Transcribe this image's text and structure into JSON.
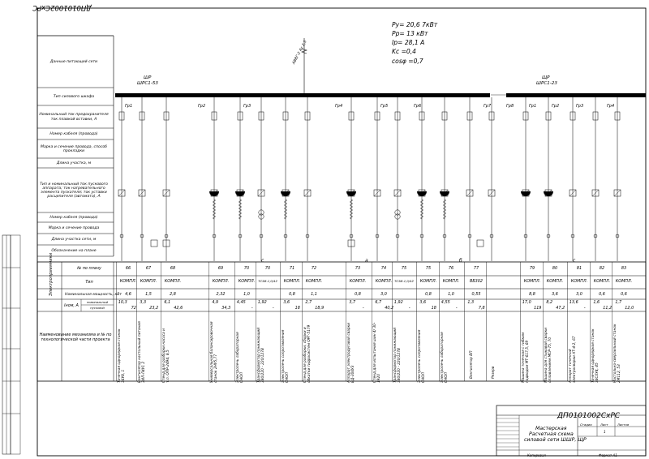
{
  "frame_code": "ДП0101002СхPС",
  "params": {
    "pu": "Pу= 20,6 7кВт",
    "pp": "Pр= 13 кВт",
    "ip": "Iр= 28,1 А",
    "kc": "Kс =0,4",
    "cos": "cosφ =0,7"
  },
  "feeder": "АВВГ-2 4х 2,5",
  "panels": {
    "left_name": "ШР",
    "left_type": "ШРС1-53",
    "right_name": "ЩР",
    "right_type": "ШРС1-23"
  },
  "row_labels": [
    "Данные питающей сети",
    "Тип силового шкафа",
    "Номинальный ток предохранителя ток плавкой вставки, А",
    "Номер кабеля (провода)",
    "Марка и сечение провода, способ прокладки",
    "Длина участка, м",
    "Тип и номинальный ток пускового аппарата; ток нагревательного элемента пускателя; ток уставки расцепителя (автомата), А",
    "Номер кабеля (провода)",
    "Марка и сечение провода",
    "Длина участка сети, м",
    "Обозначение на плане"
  ],
  "table_labels": {
    "section": "Электроприемники",
    "num": "№ по плану",
    "type": "Тип",
    "power": "Номинальная мощность, кВт",
    "current": "Iном, А",
    "current_sub1": "номинальный",
    "current_sub2": "пусковой",
    "names": "Наименование механизма и № по технологической части проекта"
  },
  "groups": [
    "Гр1",
    "Гр2",
    "Гр3",
    "Гр4",
    "Гр5",
    "Гр6",
    "Гр7",
    "Гр8",
    "Гр1",
    "Гр2",
    "Гр3",
    "Гр4"
  ],
  "marks": [
    "с",
    "а",
    "б",
    "с"
  ],
  "columns": [
    {
      "num": "66",
      "type": "КОМПЛ.",
      "power": "4,6",
      "inom": "10,3",
      "ipusk": "72",
      "name": "Точечная однорядная станок 36У8, 1"
    },
    {
      "num": "67",
      "type": "КОМПЛ.",
      "power": "1,5",
      "inom": "3,3",
      "ipusk": "23,2",
      "name": "Вентилятор настольный питания ЗИЛ-Л4У1 2"
    },
    {
      "num": "68",
      "type": "КОМПЛ.",
      "power": "2,8",
      "inom": "6,1",
      "ipusk": "42,6",
      "name": "Стенд для разборки насоса и т.п. ОПР-2494, 8,5"
    },
    {
      "num": "69",
      "type": "КОМПЛ.",
      "power": "2,32",
      "inom": "4,9",
      "ipusk": "34,3",
      "name": "Универсальная балансировочная станок 2НУ5,77"
    },
    {
      "num": "70",
      "type": "КОМПЛ.",
      "power": "1,0",
      "inom": "4,45",
      "ipusk": "-",
      "name": "Электропечь лабораторная СНОЛ"
    },
    {
      "num": "70",
      "type": "ТСЗИ-1,0/42",
      "power": "",
      "inom": "1,92",
      "ipusk": "-",
      "name": "Трансформатор понижающий 380/220 - 220/127В"
    },
    {
      "num": "71",
      "type": "КОМПЛ.",
      "power": "0,8",
      "inom": "3,6",
      "ipusk": "18",
      "name": "Электропечь сопротивления СНОЛ"
    },
    {
      "num": "72",
      "type": "КОМПЛ.",
      "power": "1,1",
      "inom": "2,7",
      "ipusk": "18,9",
      "name": "Стенд для разборки, сборки и обкатки гидросистем ОРГ-5179"
    },
    {
      "num": "73",
      "type": "КОМПЛ.",
      "power": "0,8",
      "inom": "3,7",
      "ipusk": "-",
      "name": "Аппарат электродуговой сварки ВД-306УЗ"
    },
    {
      "num": "74",
      "type": "КОМПЛ.",
      "power": "3,0",
      "inom": "6,7",
      "ipusk": "40,2",
      "name": "Стенд для испытания шин 4/ 30-1920"
    },
    {
      "num": "75",
      "type": "ТСЗИ-1,0/42",
      "power": "",
      "inom": "1,92",
      "ipusk": "-",
      "name": "Трансформатор понижающий 380/220 - 220/127В"
    },
    {
      "num": "75",
      "type": "КОМПЛ.",
      "power": "0,8",
      "inom": "3,6",
      "ipusk": "18",
      "name": "Электропечь сопротивления СНОЛ"
    },
    {
      "num": "76",
      "type": "КОМПЛ.",
      "power": "1,0",
      "inom": "4,55",
      "ipusk": "-",
      "name": "Электропечь лабораторная СНОЛ"
    },
    {
      "num": "77",
      "type": "BБ302",
      "power": "0,55",
      "inom": "1,3",
      "ipusk": "7,8",
      "name": "Вентилятор ВП"
    },
    {
      "num": "",
      "type": "",
      "power": "",
      "inom": "",
      "ipusk": "",
      "name": "Резерв"
    },
    {
      "num": "79",
      "type": "КОМПЛ.",
      "power": "8,8",
      "inom": "17,0",
      "ipusk": "119",
      "name": "Машина точечная с гибким подводом  МТ-617,5, 69"
    },
    {
      "num": "80",
      "type": "КОМПЛ.",
      "power": "3,6",
      "inom": "8,2",
      "ipusk": "47,2",
      "name": "Машина для стыковой сварки оплавлением МСР-75, 70"
    },
    {
      "num": "81",
      "type": "КОМПЛ.",
      "power": "3,0",
      "inom": "13,6",
      "ipusk": "-",
      "name": "Аппарат точечной электросварки АТ-4-2, 67"
    },
    {
      "num": "82",
      "type": "КОМПЛ.",
      "power": "0,6",
      "inom": "1,6",
      "ipusk": "11,2",
      "name": "Точечная однорядная станок 36С0У4, 45"
    },
    {
      "num": "83",
      "type": "КОМПЛ.",
      "power": "0,6",
      "inom": "1,7",
      "ipusk": "12,0",
      "name": "Настольно-сверлильный станок 2М112, 53"
    }
  ],
  "title_block": {
    "code": "ДП0101002СхPС",
    "doc_title_1": "Мастерская",
    "doc_title_2": "Расчетная схема",
    "doc_title_3": "силовой сети ШШР, ЩР",
    "sheet_lbl": "Лист",
    "sheets_lbl": "Листов",
    "stage_lbl": "Стадия",
    "sheet_val": "1",
    "copied": "Копировал",
    "format": "Формат   А1"
  }
}
